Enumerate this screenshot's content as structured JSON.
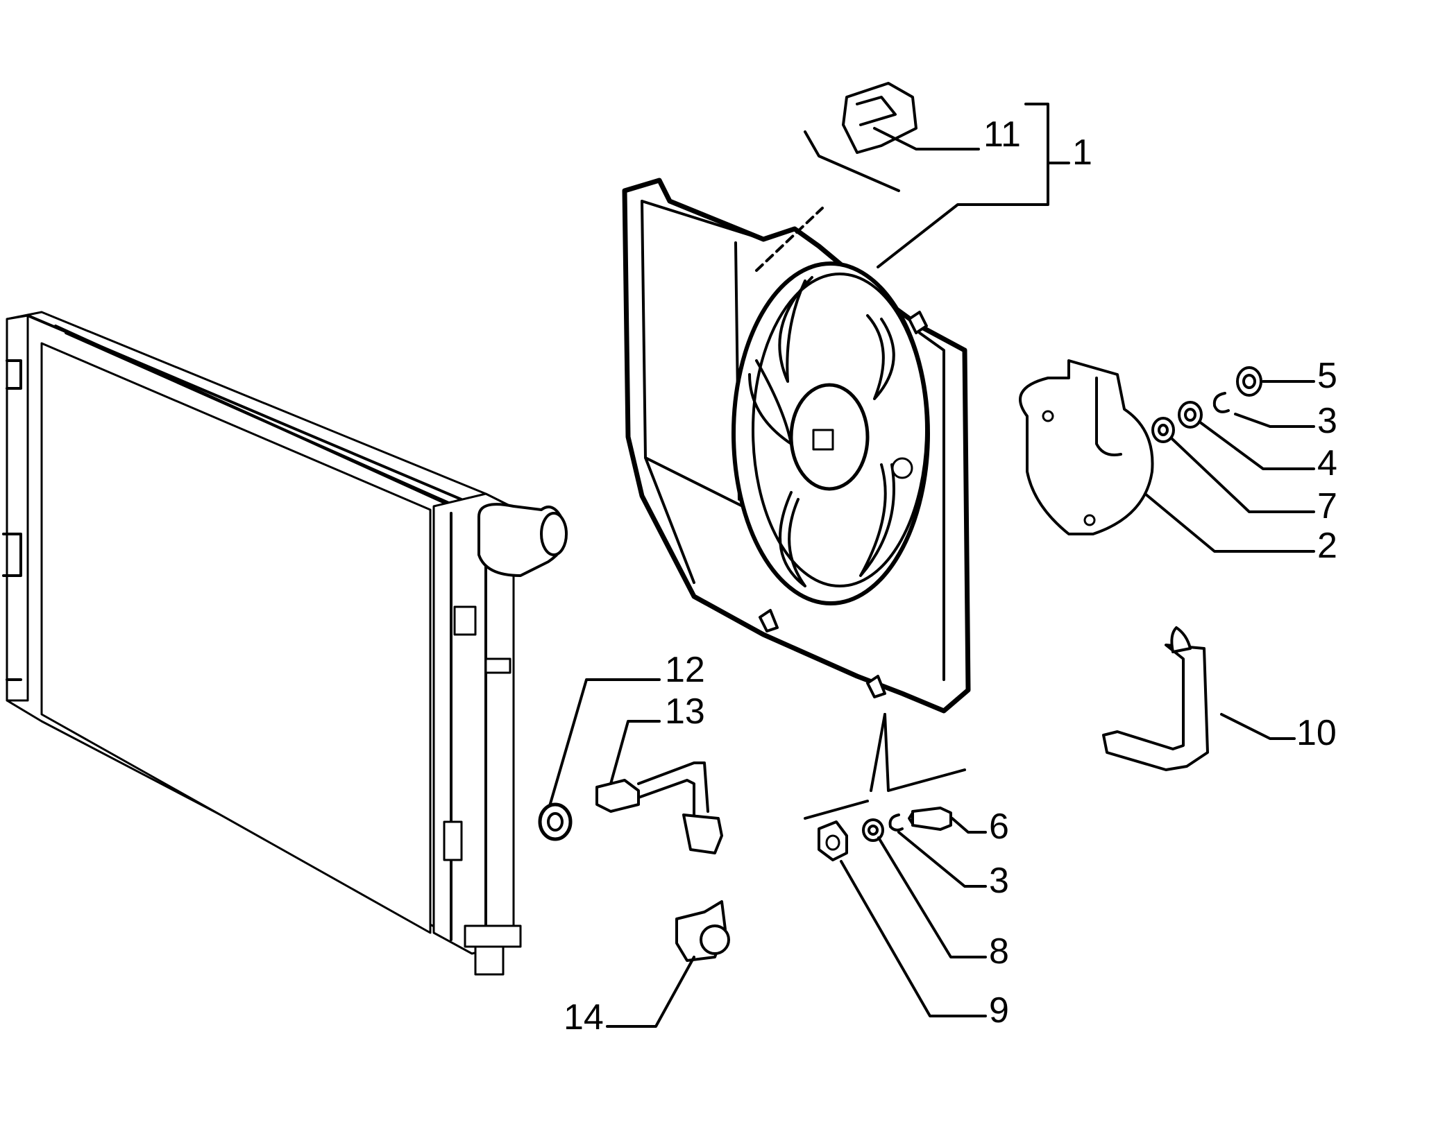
{
  "callouts": {
    "c1": "1",
    "c2": "2",
    "c3a": "3",
    "c3b": "3",
    "c4": "4",
    "c5": "5",
    "c6": "6",
    "c7": "7",
    "c8": "8",
    "c9": "9",
    "c10": "10",
    "c11": "11",
    "c12": "12",
    "c13": "13",
    "c14": "14"
  }
}
